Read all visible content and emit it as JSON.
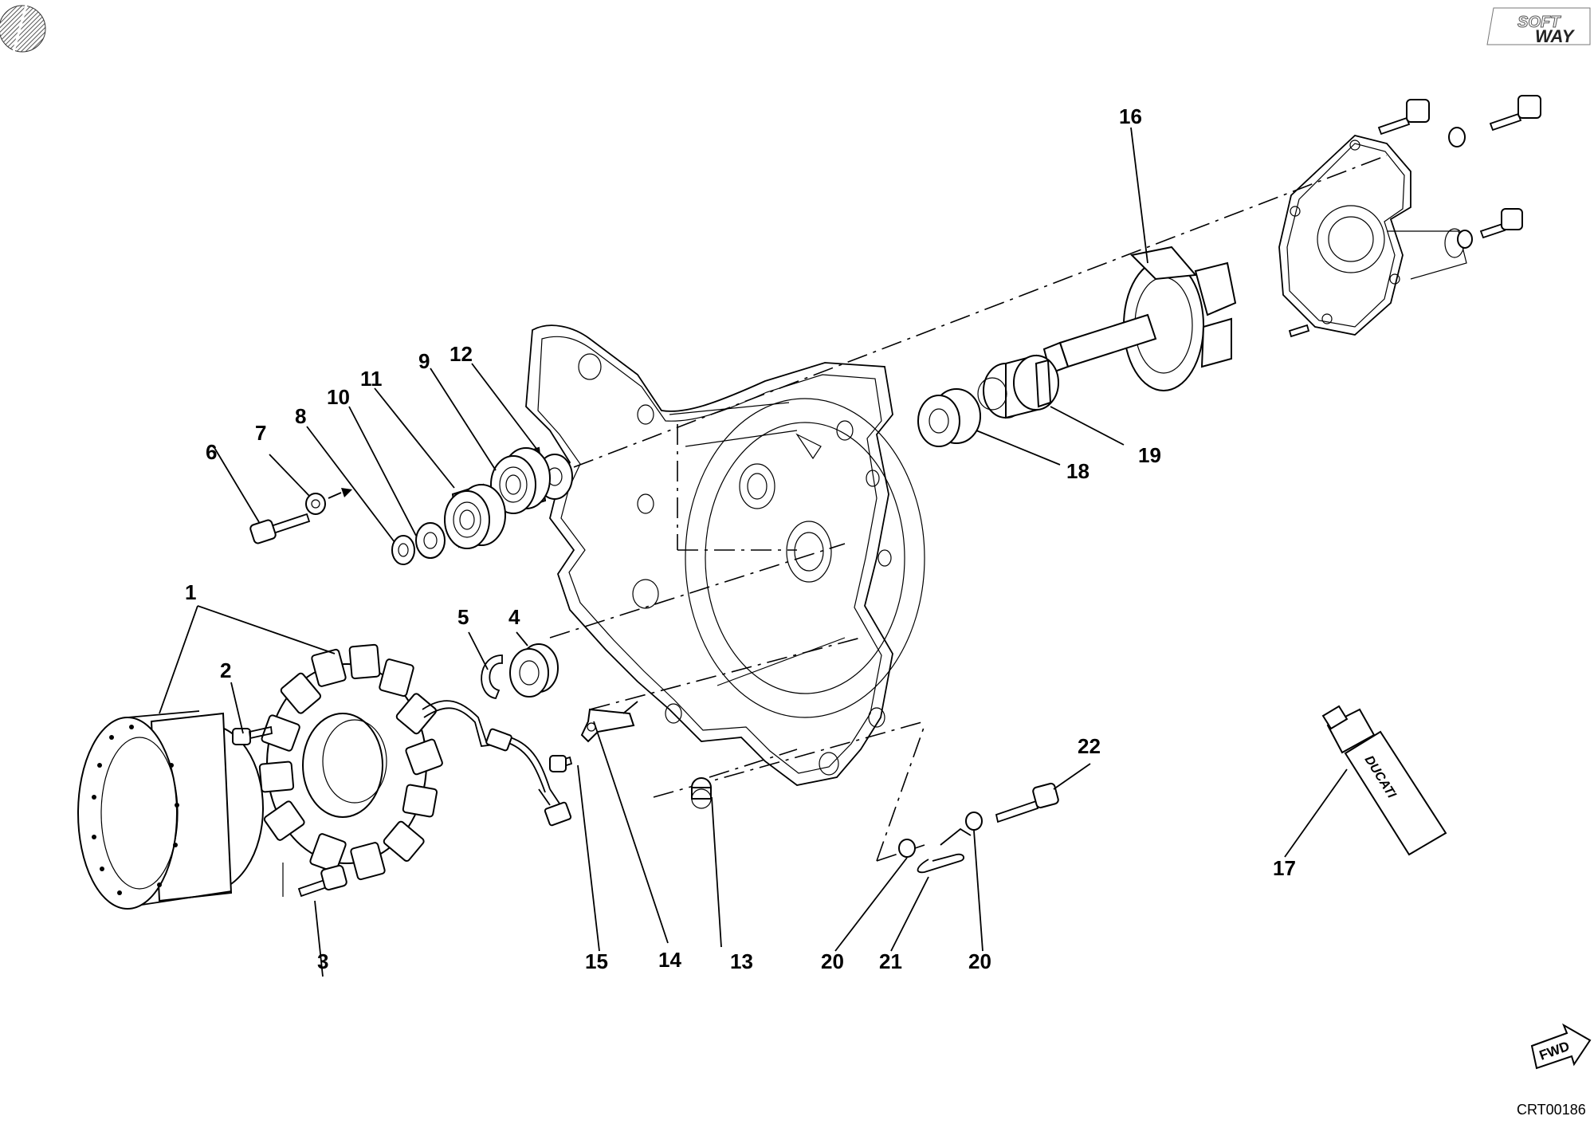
{
  "logo": {
    "line1": "SOFT",
    "line2": "WAY"
  },
  "tube_brand": "DUCATI",
  "fwd_label": "FWD",
  "drawing_code": "CRT00186",
  "callouts": [
    {
      "id": "p1",
      "label": "1"
    },
    {
      "id": "p2",
      "label": "2"
    },
    {
      "id": "p3",
      "label": "3"
    },
    {
      "id": "p4",
      "label": "4"
    },
    {
      "id": "p5",
      "label": "5"
    },
    {
      "id": "p6",
      "label": "6"
    },
    {
      "id": "p7",
      "label": "7"
    },
    {
      "id": "p8",
      "label": "8"
    },
    {
      "id": "p9",
      "label": "9"
    },
    {
      "id": "p10",
      "label": "10"
    },
    {
      "id": "p11",
      "label": "11"
    },
    {
      "id": "p12",
      "label": "12"
    },
    {
      "id": "p13",
      "label": "13"
    },
    {
      "id": "p14",
      "label": "14"
    },
    {
      "id": "p15",
      "label": "15"
    },
    {
      "id": "p16",
      "label": "16"
    },
    {
      "id": "p17",
      "label": "17"
    },
    {
      "id": "p18",
      "label": "18"
    },
    {
      "id": "p19",
      "label": "19"
    },
    {
      "id": "p20a",
      "label": "20"
    },
    {
      "id": "p21",
      "label": "21"
    },
    {
      "id": "p20b",
      "label": "20"
    },
    {
      "id": "p22",
      "label": "22"
    }
  ]
}
